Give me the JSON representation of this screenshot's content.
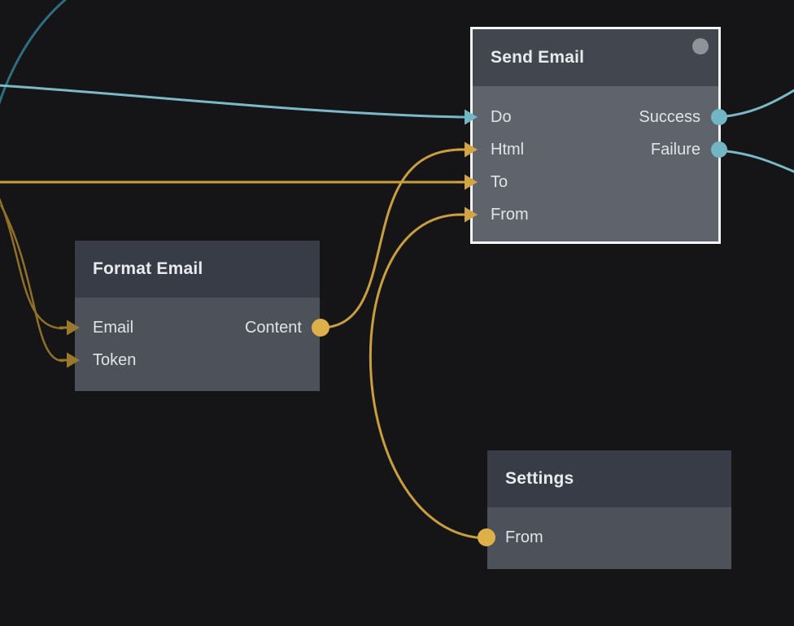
{
  "colors": {
    "background": "#151517",
    "node_header": "#383c46",
    "node_body": "#4c515a",
    "selected_header": "#42464f",
    "selected_body": "#5f636c",
    "selected_border": "#f4f5f6",
    "title_text": "#e9eaec",
    "label_text": "#e2e3e6",
    "status_dot": "#8e939a",
    "teal_light": "#7cb9c8",
    "teal_dark": "#2f6d80",
    "gold_bright": "#c99e3e",
    "gold_dark": "#8f7029",
    "arrow_gold": "#d2a443",
    "arrow_gold_dark": "#9a782e",
    "port_gold": "#ddb04a",
    "port_teal": "#72b5c5"
  },
  "nodes": {
    "send_email": {
      "title": "Send Email",
      "selected": true,
      "inputs": [
        {
          "label": "Do",
          "type": "flow"
        },
        {
          "label": "Html",
          "type": "data"
        },
        {
          "label": "To",
          "type": "data"
        },
        {
          "label": "From",
          "type": "data"
        }
      ],
      "outputs": [
        {
          "label": "Success",
          "type": "flow"
        },
        {
          "label": "Failure",
          "type": "flow"
        }
      ]
    },
    "format_email": {
      "title": "Format Email",
      "selected": false,
      "inputs": [
        {
          "label": "Email",
          "type": "data"
        },
        {
          "label": "Token",
          "type": "data"
        }
      ],
      "outputs": [
        {
          "label": "Content",
          "type": "data"
        }
      ]
    },
    "settings": {
      "title": "Settings",
      "selected": false,
      "inputs": [],
      "outputs": [
        {
          "label": "From",
          "type": "data"
        }
      ]
    }
  },
  "connections": [
    {
      "from": "offscreen-top-left",
      "to": "offscreen-left",
      "color": "teal_dark"
    },
    {
      "from": "offscreen-left",
      "to": "send_email.Do",
      "color": "teal_light"
    },
    {
      "from": "offscreen-left",
      "to": "send_email.To",
      "color": "gold_bright"
    },
    {
      "from": "offscreen-left",
      "to": "format_email.Email",
      "color": "gold_dark"
    },
    {
      "from": "offscreen-left",
      "to": "format_email.Token",
      "color": "gold_dark"
    },
    {
      "from": "format_email.Content",
      "to": "send_email.Html",
      "color": "gold_bright"
    },
    {
      "from": "settings.From",
      "to": "send_email.From",
      "color": "gold_bright"
    },
    {
      "from": "send_email.Success",
      "to": "offscreen-right",
      "color": "teal_light"
    },
    {
      "from": "send_email.Failure",
      "to": "offscreen-right",
      "color": "teal_light"
    }
  ]
}
